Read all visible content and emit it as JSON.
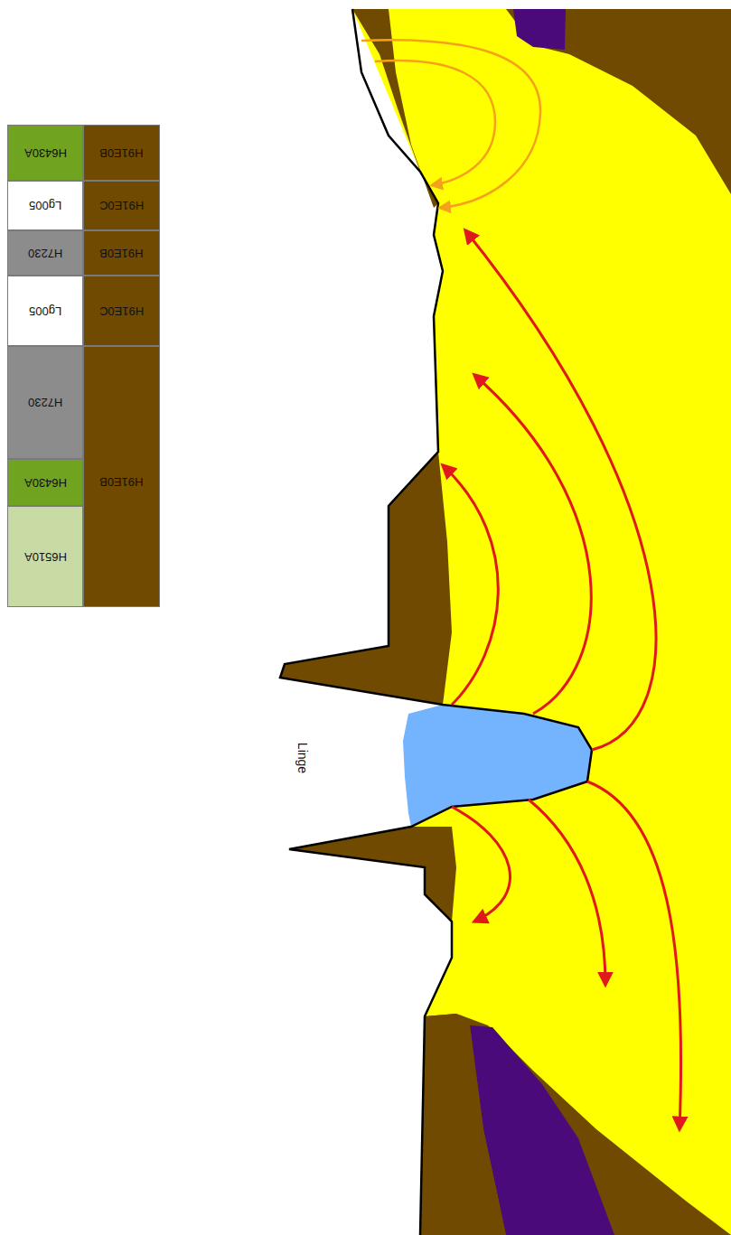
{
  "diagram": {
    "labels": [
      "H91E0B",
      "H91E0C",
      "H91E0B",
      "H91E0C",
      "H91E0B",
      "H6430A",
      "Lg005",
      "H7230",
      "Lg005",
      "H7230",
      "H6430A",
      "H6510A",
      "Linge"
    ]
  }
}
